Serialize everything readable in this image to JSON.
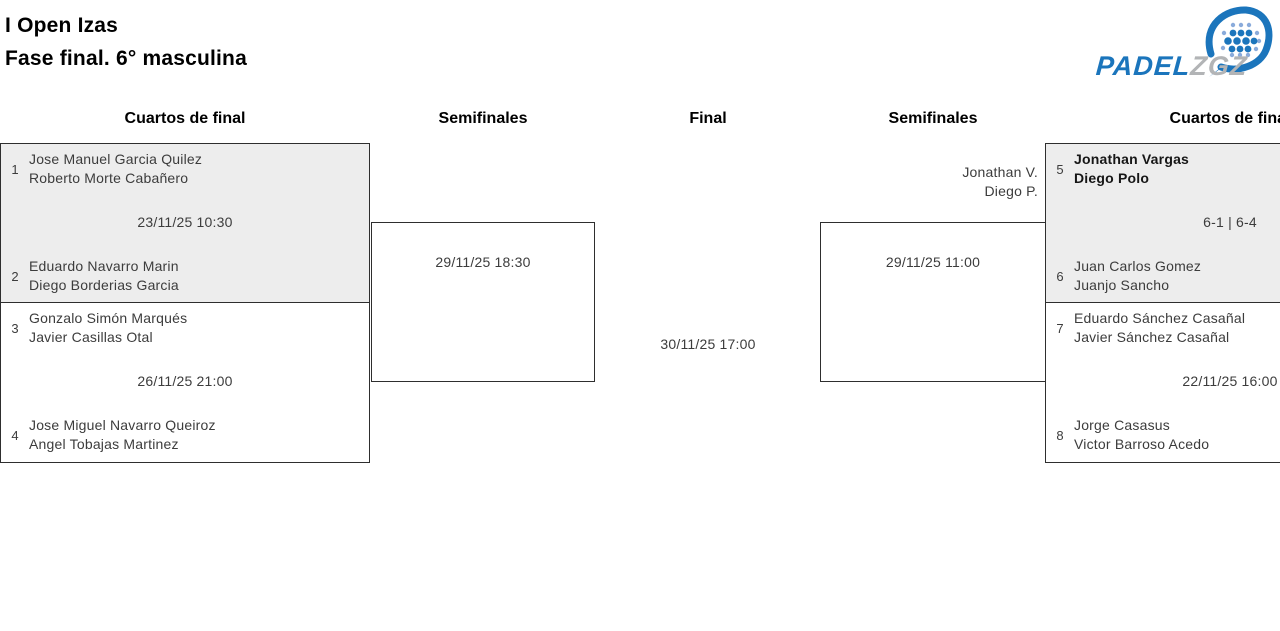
{
  "header": {
    "title_line1": "I Open Izas",
    "title_line2": "Fase final. 6° masculina"
  },
  "logo": {
    "text_primary": "PADEL",
    "text_secondary": "ZGZ",
    "color_blue": "#1b75bc",
    "color_gray": "#b2b4b6"
  },
  "rounds": [
    {
      "label": "Cuartos de final"
    },
    {
      "label": "Semifinales"
    },
    {
      "label": "Final"
    },
    {
      "label": "Semifinales"
    },
    {
      "label": "Cuartos de final"
    }
  ],
  "colors": {
    "played_match_bg": "#ededed",
    "border": "#2e2e2e"
  },
  "bracket": {
    "qf_left_top": {
      "seed_a": "1",
      "team_a1": "Jose Manuel Garcia Quilez",
      "team_a2": "Roberto Morte Cabañero",
      "info": "23/11/25 10:30",
      "seed_b": "2",
      "team_b1": "Eduardo Navarro Marin",
      "team_b2": "Diego Borderias Garcia"
    },
    "qf_left_bottom": {
      "seed_a": "3",
      "team_a1": "Gonzalo Simón Marqués",
      "team_a2": "Javier Casillas Otal",
      "info": "26/11/25 21:00",
      "seed_b": "4",
      "team_b1": "Jose Miguel Navarro Queiroz",
      "team_b2": "Angel Tobajas Martinez"
    },
    "sf_left": {
      "info": "29/11/25 18:30"
    },
    "final": {
      "info": "30/11/25 17:00"
    },
    "sf_right": {
      "info": "29/11/25 11:00",
      "winner_line1": "Jonathan V.",
      "winner_line2": "Diego P."
    },
    "qf_right_top": {
      "seed_a": "5",
      "team_a1": "Jonathan Vargas",
      "team_a2": "Diego Polo",
      "info": "6-1 | 6-4",
      "seed_b": "6",
      "team_b1": "Juan Carlos Gomez",
      "team_b2": "Juanjo Sancho"
    },
    "qf_right_bottom": {
      "seed_a": "7",
      "team_a1": "Eduardo Sánchez Casañal",
      "team_a2": "Javier Sánchez Casañal",
      "info": "22/11/25 16:00",
      "seed_b": "8",
      "team_b1": "Jorge Casasus",
      "team_b2": "Victor Barroso Acedo"
    }
  }
}
